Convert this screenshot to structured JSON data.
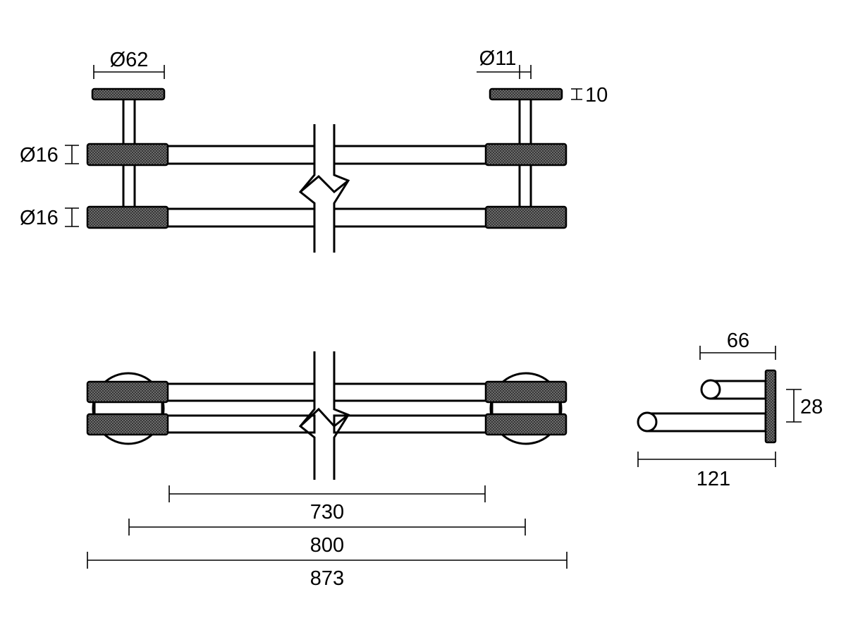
{
  "drawing": {
    "colors": {
      "line": "#000000",
      "knurl": "#555555",
      "background": "#ffffff"
    },
    "dimensions": {
      "base_diameter": "Ø62",
      "post_diameter": "Ø11",
      "base_thickness": "10",
      "upper_rail_diameter": "Ø16",
      "lower_rail_diameter": "Ø16",
      "length_inner": "730",
      "length_centers": "800",
      "length_overall": "873",
      "side_upper_projection": "66",
      "side_rail_spacing": "28",
      "side_overall_projection": "121"
    }
  }
}
